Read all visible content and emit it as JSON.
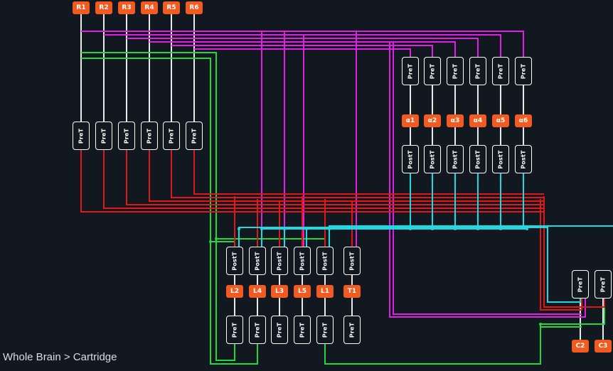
{
  "breadcrumb": "Whole Brain > Cartridge",
  "colors": {
    "background": "#111820",
    "node": "#f25a1f",
    "magenta": "#e020e0",
    "green": "#22d640",
    "red": "#e01818",
    "cyan": "#20d8e0",
    "white": "#e8e8e8"
  },
  "nodes": {
    "R1": "R1",
    "R2": "R2",
    "R3": "R3",
    "R4": "R4",
    "R5": "R5",
    "R6": "R6",
    "a1": "α1",
    "a2": "α2",
    "a3": "α3",
    "a4": "α4",
    "a5": "α5",
    "a6": "α6",
    "L2": "L2",
    "L4": "L4",
    "L3": "L3",
    "L5": "L5",
    "L1": "L1",
    "T1": "T1",
    "C2": "C2",
    "C3": "C3"
  },
  "terminals": {
    "pre": "PreT",
    "post": "PostT"
  }
}
